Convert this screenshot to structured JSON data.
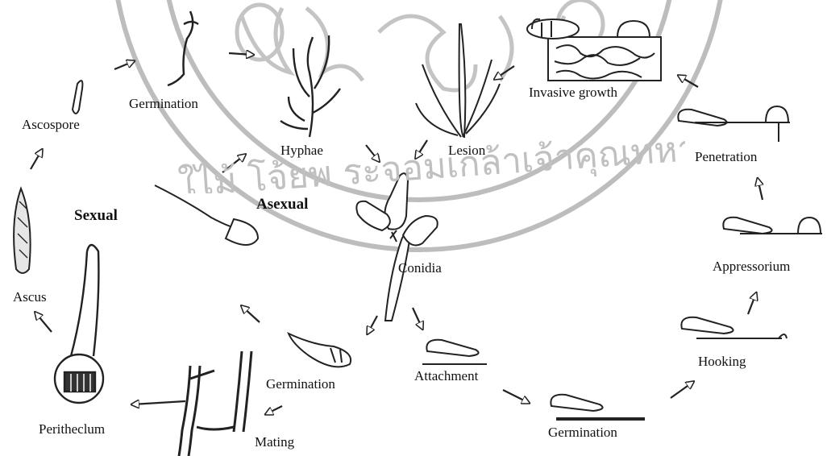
{
  "labels": {
    "ascospore": "Ascospore",
    "germination_top": "Germination",
    "hyphae": "Hyphae",
    "lesion": "Lesion",
    "invasive_growth": "Invasive growth",
    "penetration": "Penetration",
    "appressorium": "Appressorium",
    "hooking": "Hooking",
    "germination_bottom_right": "Germination",
    "attachment": "Attachment",
    "conidia": "Conidia",
    "germination_bottom_mid": "Germination",
    "mating": "Mating",
    "perithecium": "Peritheclum",
    "ascus": "Ascus",
    "sexual": "Sexual",
    "asexual": "Asexual"
  },
  "watermark": {
    "text": "ใไม้ โจ้ยพ ระจอมเกล้าเจ้าคุณทหาร",
    "color": "#b5b5b5"
  }
}
